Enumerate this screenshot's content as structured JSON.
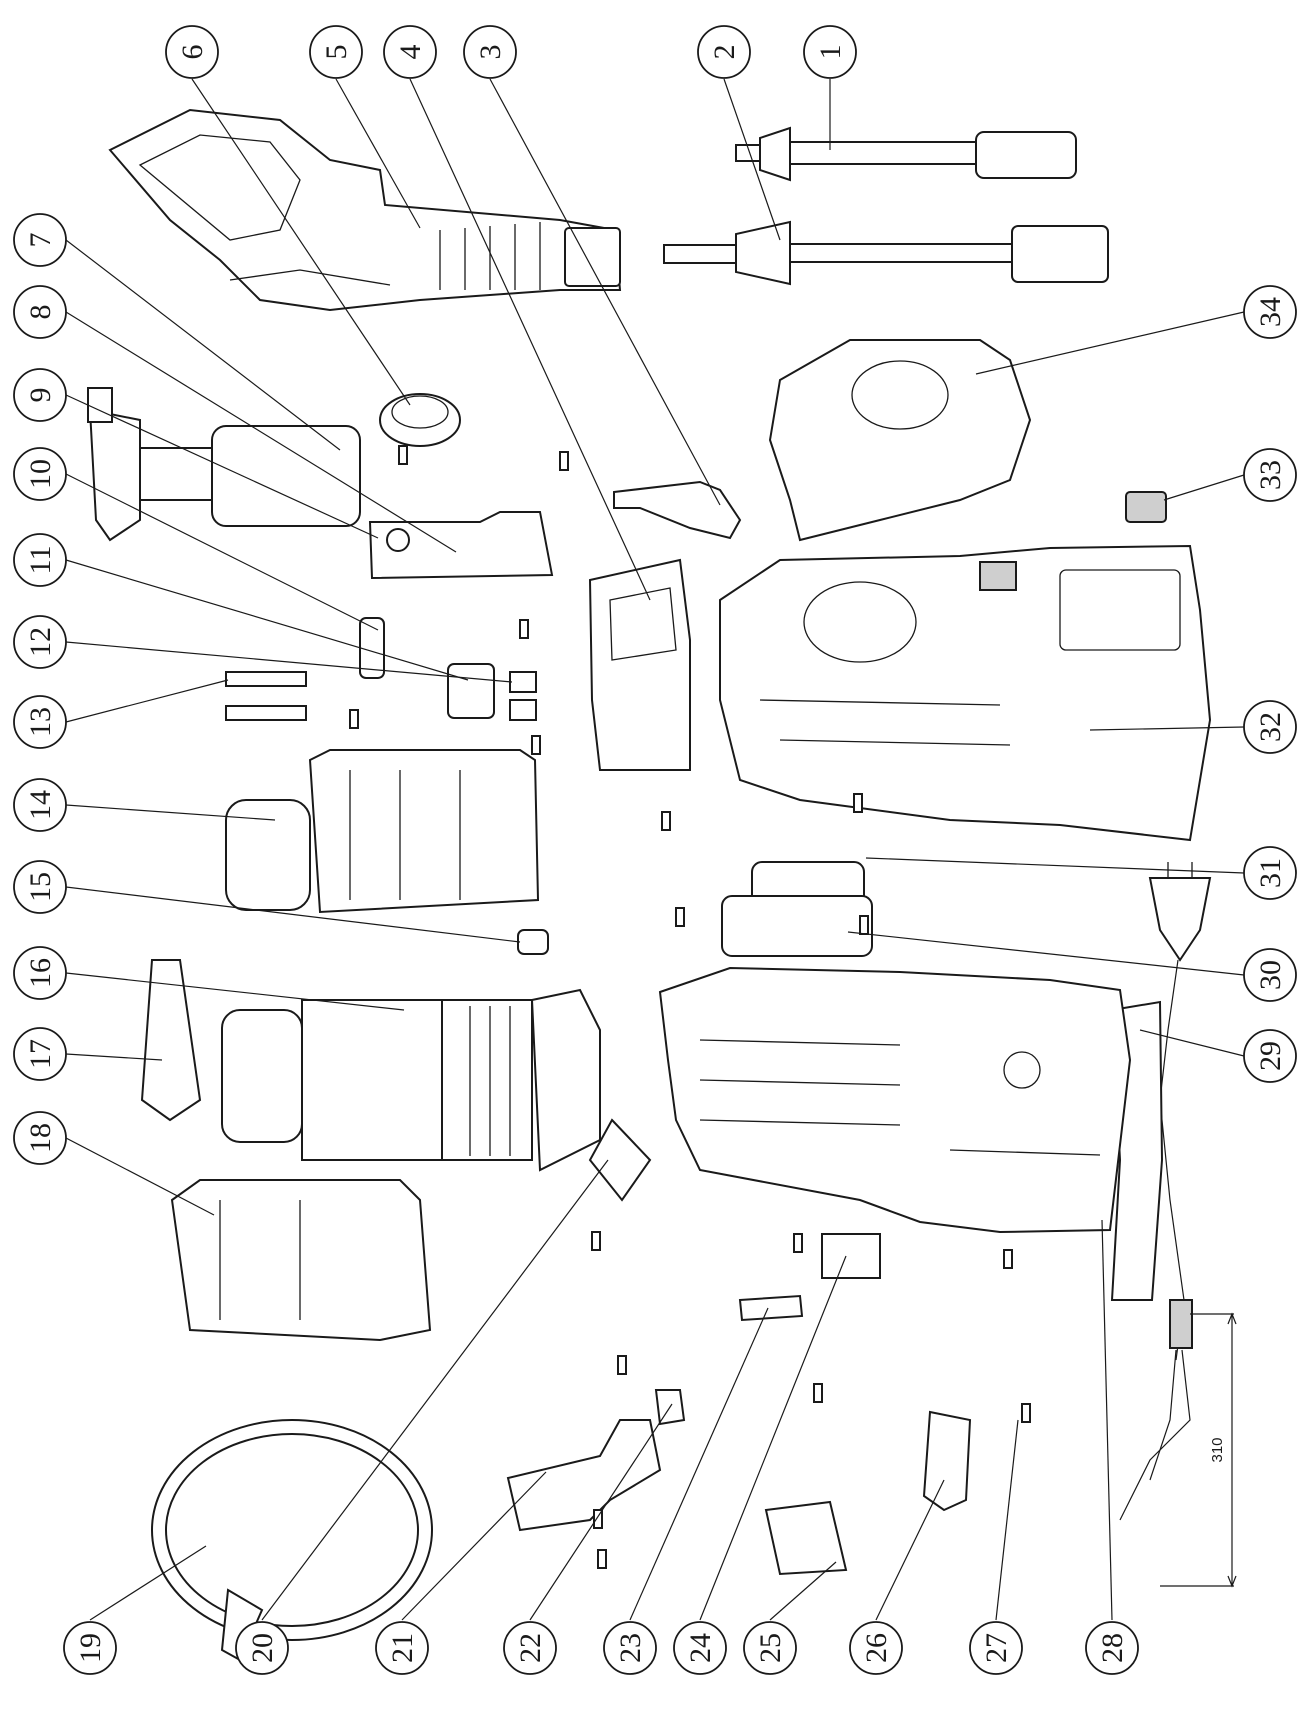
{
  "callouts": [
    {
      "label": "1"
    },
    {
      "label": "2"
    },
    {
      "label": "3"
    },
    {
      "label": "4"
    },
    {
      "label": "5"
    },
    {
      "label": "6"
    },
    {
      "label": "7"
    },
    {
      "label": "8"
    },
    {
      "label": "9"
    },
    {
      "label": "10"
    },
    {
      "label": "11"
    },
    {
      "label": "12"
    },
    {
      "label": "13"
    },
    {
      "label": "14"
    },
    {
      "label": "15"
    },
    {
      "label": "16"
    },
    {
      "label": "17"
    },
    {
      "label": "18"
    },
    {
      "label": "19"
    },
    {
      "label": "20"
    },
    {
      "label": "21"
    },
    {
      "label": "22"
    },
    {
      "label": "23"
    },
    {
      "label": "24"
    },
    {
      "label": "25"
    },
    {
      "label": "26"
    },
    {
      "label": "27"
    },
    {
      "label": "28"
    },
    {
      "label": "29"
    },
    {
      "label": "30"
    },
    {
      "label": "31"
    },
    {
      "label": "32"
    },
    {
      "label": "33"
    },
    {
      "label": "34"
    }
  ],
  "dimension": {
    "value": "310"
  }
}
